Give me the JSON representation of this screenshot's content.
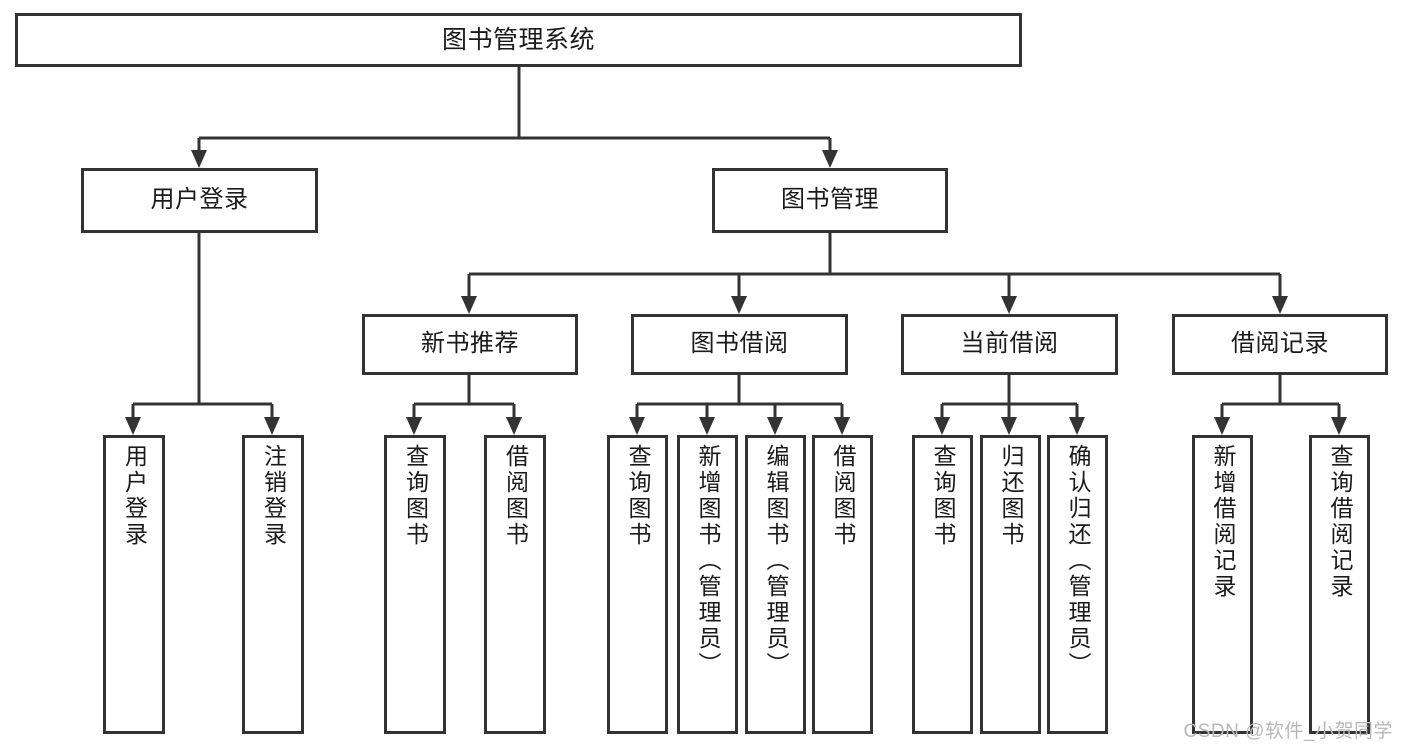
{
  "diagram": {
    "title": "图书管理系统",
    "watermark": "CSDN @软件_小贺同学",
    "level2": [
      {
        "label": "用户登录"
      },
      {
        "label": "图书管理"
      }
    ],
    "level3": [
      {
        "label": "新书推荐"
      },
      {
        "label": "图书借阅"
      },
      {
        "label": "当前借阅"
      },
      {
        "label": "借阅记录"
      }
    ],
    "leaves": [
      {
        "label": "用户登录"
      },
      {
        "label": "注销登录"
      },
      {
        "label": "查询图书"
      },
      {
        "label": "借阅图书"
      },
      {
        "label": "查询图书"
      },
      {
        "label": "新增图书（管理员）"
      },
      {
        "label": "编辑图书（管理员）"
      },
      {
        "label": "借阅图书"
      },
      {
        "label": "查询图书"
      },
      {
        "label": "归还图书"
      },
      {
        "label": "确认归还（管理员）"
      },
      {
        "label": "新增借阅记录"
      },
      {
        "label": "查询借阅记录"
      }
    ]
  },
  "colors": {
    "stroke": "#333333",
    "fill": "#ffffff",
    "text": "#1a1a1a",
    "watermark": "#b8b8b8"
  }
}
